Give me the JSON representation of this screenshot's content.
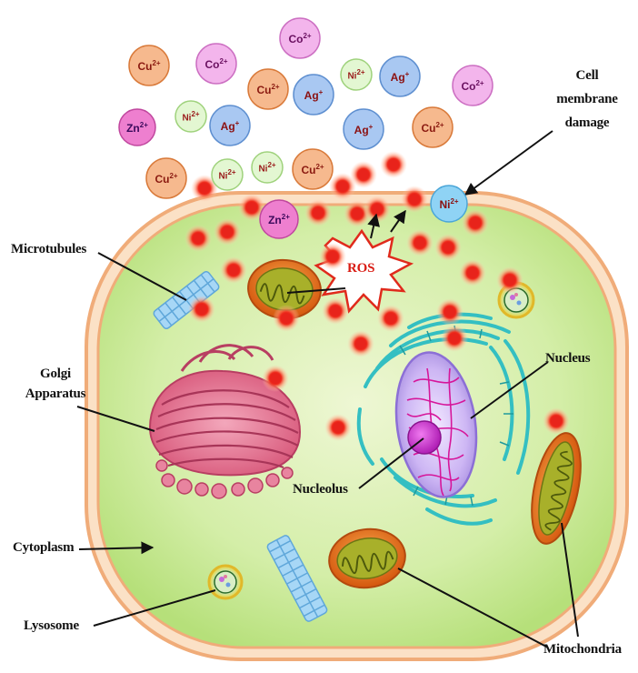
{
  "labels": {
    "cell_membrane_damage": [
      "Cell",
      "membrane",
      "damage"
    ],
    "microtubules": "Microtubules",
    "golgi_apparatus": [
      "Golgi",
      "Apparatus"
    ],
    "cytoplasm": "Cytoplasm",
    "lysosome": "Lysosome",
    "nucleolus": "Nucleolus",
    "nucleus": "Nucleus",
    "mitochondria": "Mitochondria",
    "ros": "ROS"
  },
  "ion_types": {
    "cu": {
      "sym": "Cu",
      "charge": "2+",
      "fill": "#f6b98e",
      "stroke": "#d97a3a",
      "text": "#8b1a10"
    },
    "co": {
      "sym": "Co",
      "charge": "2+",
      "fill": "#f3b5ec",
      "stroke": "#cc6fc2",
      "text": "#6a1060"
    },
    "ag": {
      "sym": "Ag",
      "charge": "+",
      "fill": "#a9c8f2",
      "stroke": "#5e8fd0",
      "text": "#8b1010"
    },
    "ni": {
      "sym": "Ni",
      "charge": "2+",
      "fill": "#e3f7d2",
      "stroke": "#9fd27c",
      "text": "#9a1a1a"
    },
    "zn": {
      "sym": "Zn",
      "charge": "2+",
      "fill": "#ee7fcf",
      "stroke": "#c0479e",
      "text": "#3b0a5c"
    },
    "ni_membrane": {
      "sym": "Ni",
      "charge": "2+",
      "fill": "#8fd3f5",
      "stroke": "#4aa6d8",
      "text": "#8b1010"
    }
  },
  "ions": [
    {
      "type": "cu",
      "label": "Cu2+"
    },
    {
      "type": "co",
      "label": "Co2+"
    },
    {
      "type": "co",
      "label": "Co2+"
    },
    {
      "type": "cu",
      "label": "Cu2+"
    },
    {
      "type": "ag",
      "label": "Ag+"
    },
    {
      "type": "ni",
      "label": "Ni2+"
    },
    {
      "type": "ag",
      "label": "Ag+"
    },
    {
      "type": "co",
      "label": "Co2+"
    },
    {
      "type": "zn",
      "label": "Zn2+"
    },
    {
      "type": "ni",
      "label": "Ni2+"
    },
    {
      "type": "ag",
      "label": "Ag+"
    },
    {
      "type": "ag",
      "label": "Ag+"
    },
    {
      "type": "cu",
      "label": "Cu2+"
    },
    {
      "type": "cu",
      "label": "Cu2+"
    },
    {
      "type": "ni",
      "label": "Ni2+"
    },
    {
      "type": "ni",
      "label": "Ni2+"
    },
    {
      "type": "cu",
      "label": "Cu2+"
    },
    {
      "type": "zn",
      "label": "Zn2+"
    },
    {
      "type": "ni_membrane",
      "label": "Ni2+"
    }
  ],
  "colors": {
    "cytoplasm": "#cdea9f",
    "membrane": "#f2b98a",
    "ros_dot": "#e8231b",
    "golgi": "#e0708e",
    "mitochondria_outer": "#e8781c",
    "nucleus": "#c9b3f2",
    "nucleolus": "#c22cc7",
    "er": "#3fc4c6",
    "microtubule": "#8fc8ee"
  }
}
